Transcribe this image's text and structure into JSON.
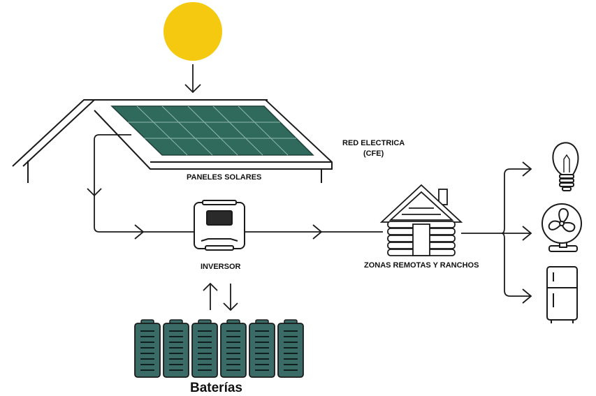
{
  "labels": {
    "paneles": "PANELES SOLARES",
    "red_line1": "RED ELECTRICA",
    "red_line2": "(CFE)",
    "inversor": "INVERSOR",
    "zonas": "ZONAS REMOTAS Y RANCHOS",
    "baterias": "Baterías"
  },
  "colors": {
    "sun": "#f5c90f",
    "panel": "#2f6a5d",
    "battery": "#3b6b66",
    "line": "#1a1a1a"
  },
  "icons": [
    "sun-icon",
    "solar-panel-icon",
    "inverter-icon",
    "cabin-icon",
    "light-bulb-icon",
    "fan-icon",
    "refrigerator-icon",
    "battery-icon"
  ],
  "battery_count": 6
}
